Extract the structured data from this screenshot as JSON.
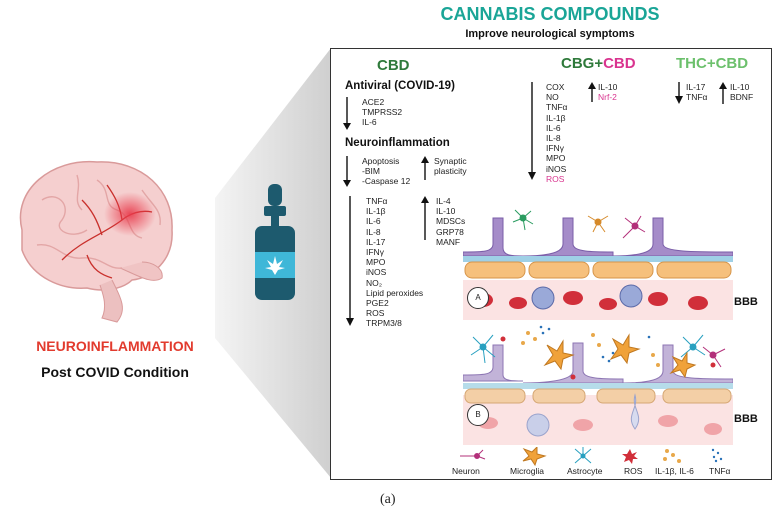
{
  "header": {
    "title": "CANNABIS COMPOUNDS",
    "subtitle": "Improve neurological symptoms"
  },
  "left": {
    "condition": "NEUROINFLAMMATION",
    "sub": "Post COVID Condition"
  },
  "cbd": {
    "heading": "CBD",
    "antiviral": {
      "title": "Antiviral (COVID-19)",
      "down": [
        "ACE2",
        "TMPRSS2",
        "IL-6"
      ]
    },
    "neuro": {
      "title": "Neuroinflammation",
      "apoptosis_down": [
        "Apoptosis",
        "-BIM",
        "-Caspase 12"
      ],
      "synaptic_up": [
        "Synaptic",
        "plasticity"
      ],
      "down": [
        "TNFα",
        "IL-1β",
        "IL-6",
        "IL-8",
        "IL-17",
        "IFNγ",
        "MPO",
        "iNOS",
        "NO₂",
        "Lipid peroxides",
        "PGE2",
        "ROS",
        "TRPM3/8"
      ],
      "up": [
        "IL-4",
        "IL-10",
        "MDSCs",
        "GRP78",
        "MANF"
      ]
    }
  },
  "cbg_cbd": {
    "heading_a": "CBG+",
    "heading_b": "CBD",
    "down": [
      "COX",
      "NO",
      "TNFα",
      "IL-1β",
      "IL-6",
      "IL-8",
      "IFNγ",
      "MPO",
      "iNOS"
    ],
    "down_pink": "ROS",
    "up": "IL-10",
    "up_pink": "Nrf-2"
  },
  "thc_cbd": {
    "heading": "THC+CBD",
    "down": [
      "IL-17",
      "TNFα"
    ],
    "up": [
      "IL-10",
      "BDNF"
    ]
  },
  "bbb": {
    "label_a": "A",
    "label_b": "B",
    "bbb_a": "BBB",
    "bbb_b": "BBB"
  },
  "legend": {
    "items": [
      "Neuron",
      "Microglia",
      "Astrocyte",
      "ROS",
      "IL-1β, IL-6",
      "TNFα"
    ]
  },
  "caption": "(a)",
  "colors": {
    "teal": "#1aa597",
    "cbd_green": "#2f7a3b",
    "light_green": "#6cc06c",
    "pink": "#d9348f",
    "red": "#e23b2e",
    "bottle": "#1d5a6e"
  }
}
